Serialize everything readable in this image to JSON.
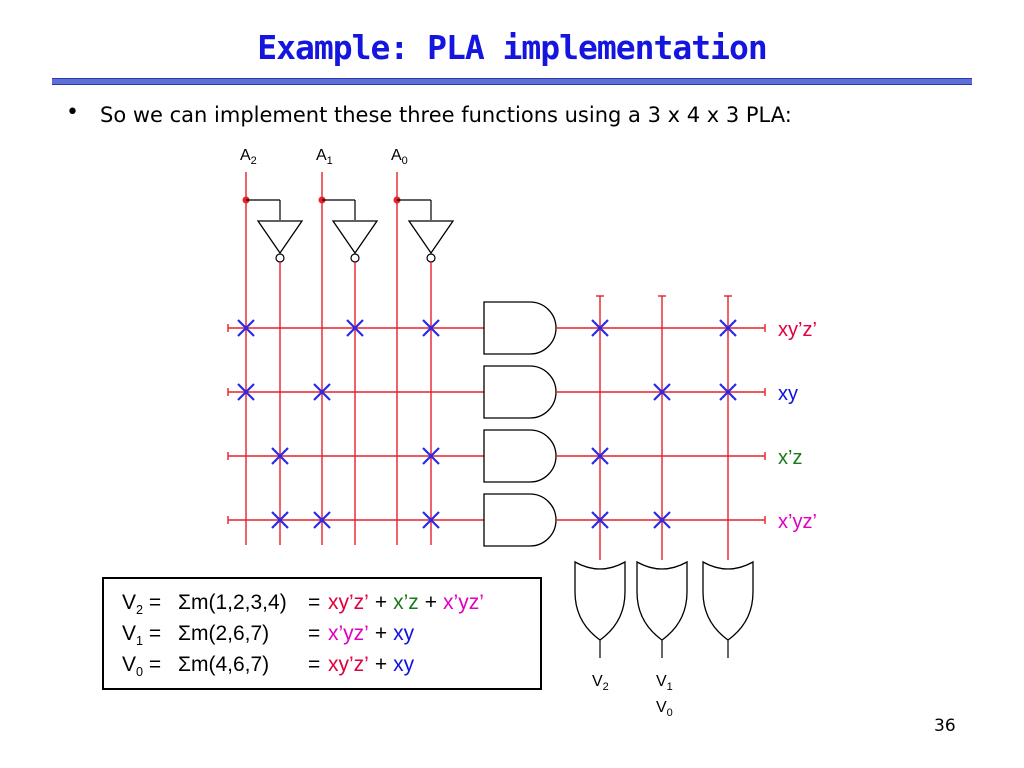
{
  "title": "Example: PLA implementation",
  "bullet": "So we can implement these three functions using a 3 x 4 x 3 PLA:",
  "inputs": [
    {
      "name": "A",
      "sub": "2"
    },
    {
      "name": "A",
      "sub": "1"
    },
    {
      "name": "A",
      "sub": "0"
    }
  ],
  "terms": [
    {
      "label": "xy’z’",
      "color": "#e0003c"
    },
    {
      "label": "xy",
      "color": "#1010e0"
    },
    {
      "label": "x’z",
      "color": "#1a7a1a"
    },
    {
      "label": "x’yz’",
      "color": "#e000c0"
    }
  ],
  "outputs": [
    {
      "name": "V",
      "sub": "2"
    },
    {
      "name": "V",
      "sub": "1"
    },
    {
      "name": "V",
      "sub": "0"
    }
  ],
  "equations": [
    {
      "lhs_name": "V",
      "lhs_sub": "2",
      "sum": "Σm(1,2,3,4)",
      "eq": "=",
      "terms": [
        {
          "t": "xy’z’",
          "c": "#e0003c"
        },
        {
          "t": "+",
          "c": "#000000"
        },
        {
          "t": "x’z",
          "c": "#1a7a1a"
        },
        {
          "t": "+",
          "c": "#000000"
        },
        {
          "t": "x’yz’",
          "c": "#e000c0"
        }
      ]
    },
    {
      "lhs_name": "V",
      "lhs_sub": "1",
      "sum": "Σm(2,6,7)",
      "eq": "=",
      "terms": [
        {
          "t": "x’yz’",
          "c": "#e000c0"
        },
        {
          "t": "+",
          "c": "#000000"
        },
        {
          "t": "xy",
          "c": "#1010e0"
        }
      ]
    },
    {
      "lhs_name": "V",
      "lhs_sub": "0",
      "sum": "Σm(4,6,7)",
      "eq": "=",
      "terms": [
        {
          "t": "xy’z’",
          "c": "#e0003c"
        },
        {
          "t": "+",
          "c": "#000000"
        },
        {
          "t": "xy",
          "c": "#1010e0"
        }
      ]
    }
  ],
  "and_connections": [
    [
      true,
      false,
      false,
      true,
      true
    ],
    [
      true,
      false,
      true,
      false,
      false
    ],
    [
      false,
      true,
      false,
      false,
      true
    ],
    [
      false,
      true,
      true,
      false,
      true
    ]
  ],
  "or_connections": [
    [
      true,
      false,
      true
    ],
    [
      false,
      true,
      true
    ],
    [
      true,
      false,
      false
    ],
    [
      true,
      true,
      false
    ]
  ],
  "page_number": "36",
  "colors": {
    "title": "#1515e0",
    "wire": "#e8202a",
    "cross": "#2a2ae8",
    "gate": "#000000"
  }
}
